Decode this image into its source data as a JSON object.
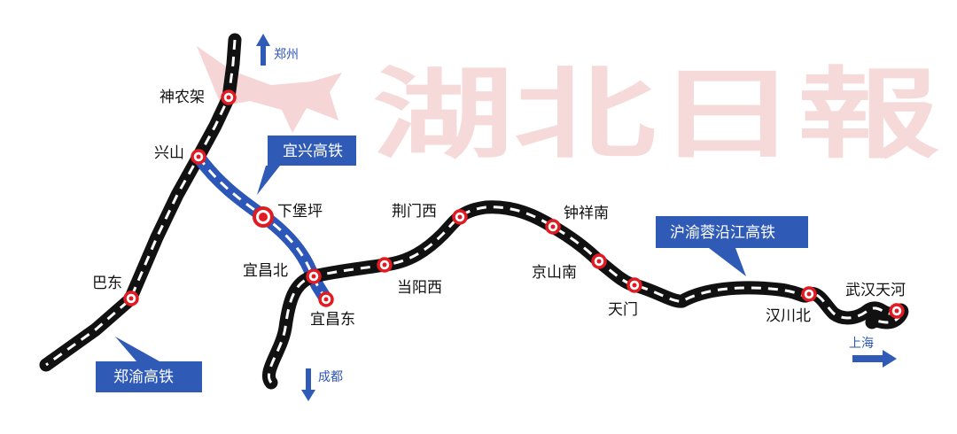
{
  "watermark": {
    "text": "湖北日報"
  },
  "colors": {
    "rail": "#111111",
    "rail_stripe": "#ffffff",
    "yixing_rail": "#2c57b8",
    "station": "#e21a22",
    "callout": "#2f5bb7",
    "arrow": "#2f5bb7"
  },
  "lines": {
    "zhengyu": "郑渝高铁",
    "yixing": "宜兴高铁",
    "huyurong": "沪渝蓉沿江高铁"
  },
  "directions": {
    "zhengzhou": "郑州",
    "chengdu": "成都",
    "shanghai": "上海"
  },
  "stations": {
    "shennongjia": "神农架",
    "xingshan": "兴山",
    "badong": "巴东",
    "xiabaoping": "下堡坪",
    "yichangbei": "宜昌北",
    "yichangdong": "宜昌东",
    "dangyangxi": "当阳西",
    "jingmenxi": "荆门西",
    "zhongxiangnan": "钟祥南",
    "jingshannan": "京山南",
    "tianmen": "天门",
    "hanchuanbei": "汉川北",
    "wuhantianhe": "武汉天河"
  }
}
